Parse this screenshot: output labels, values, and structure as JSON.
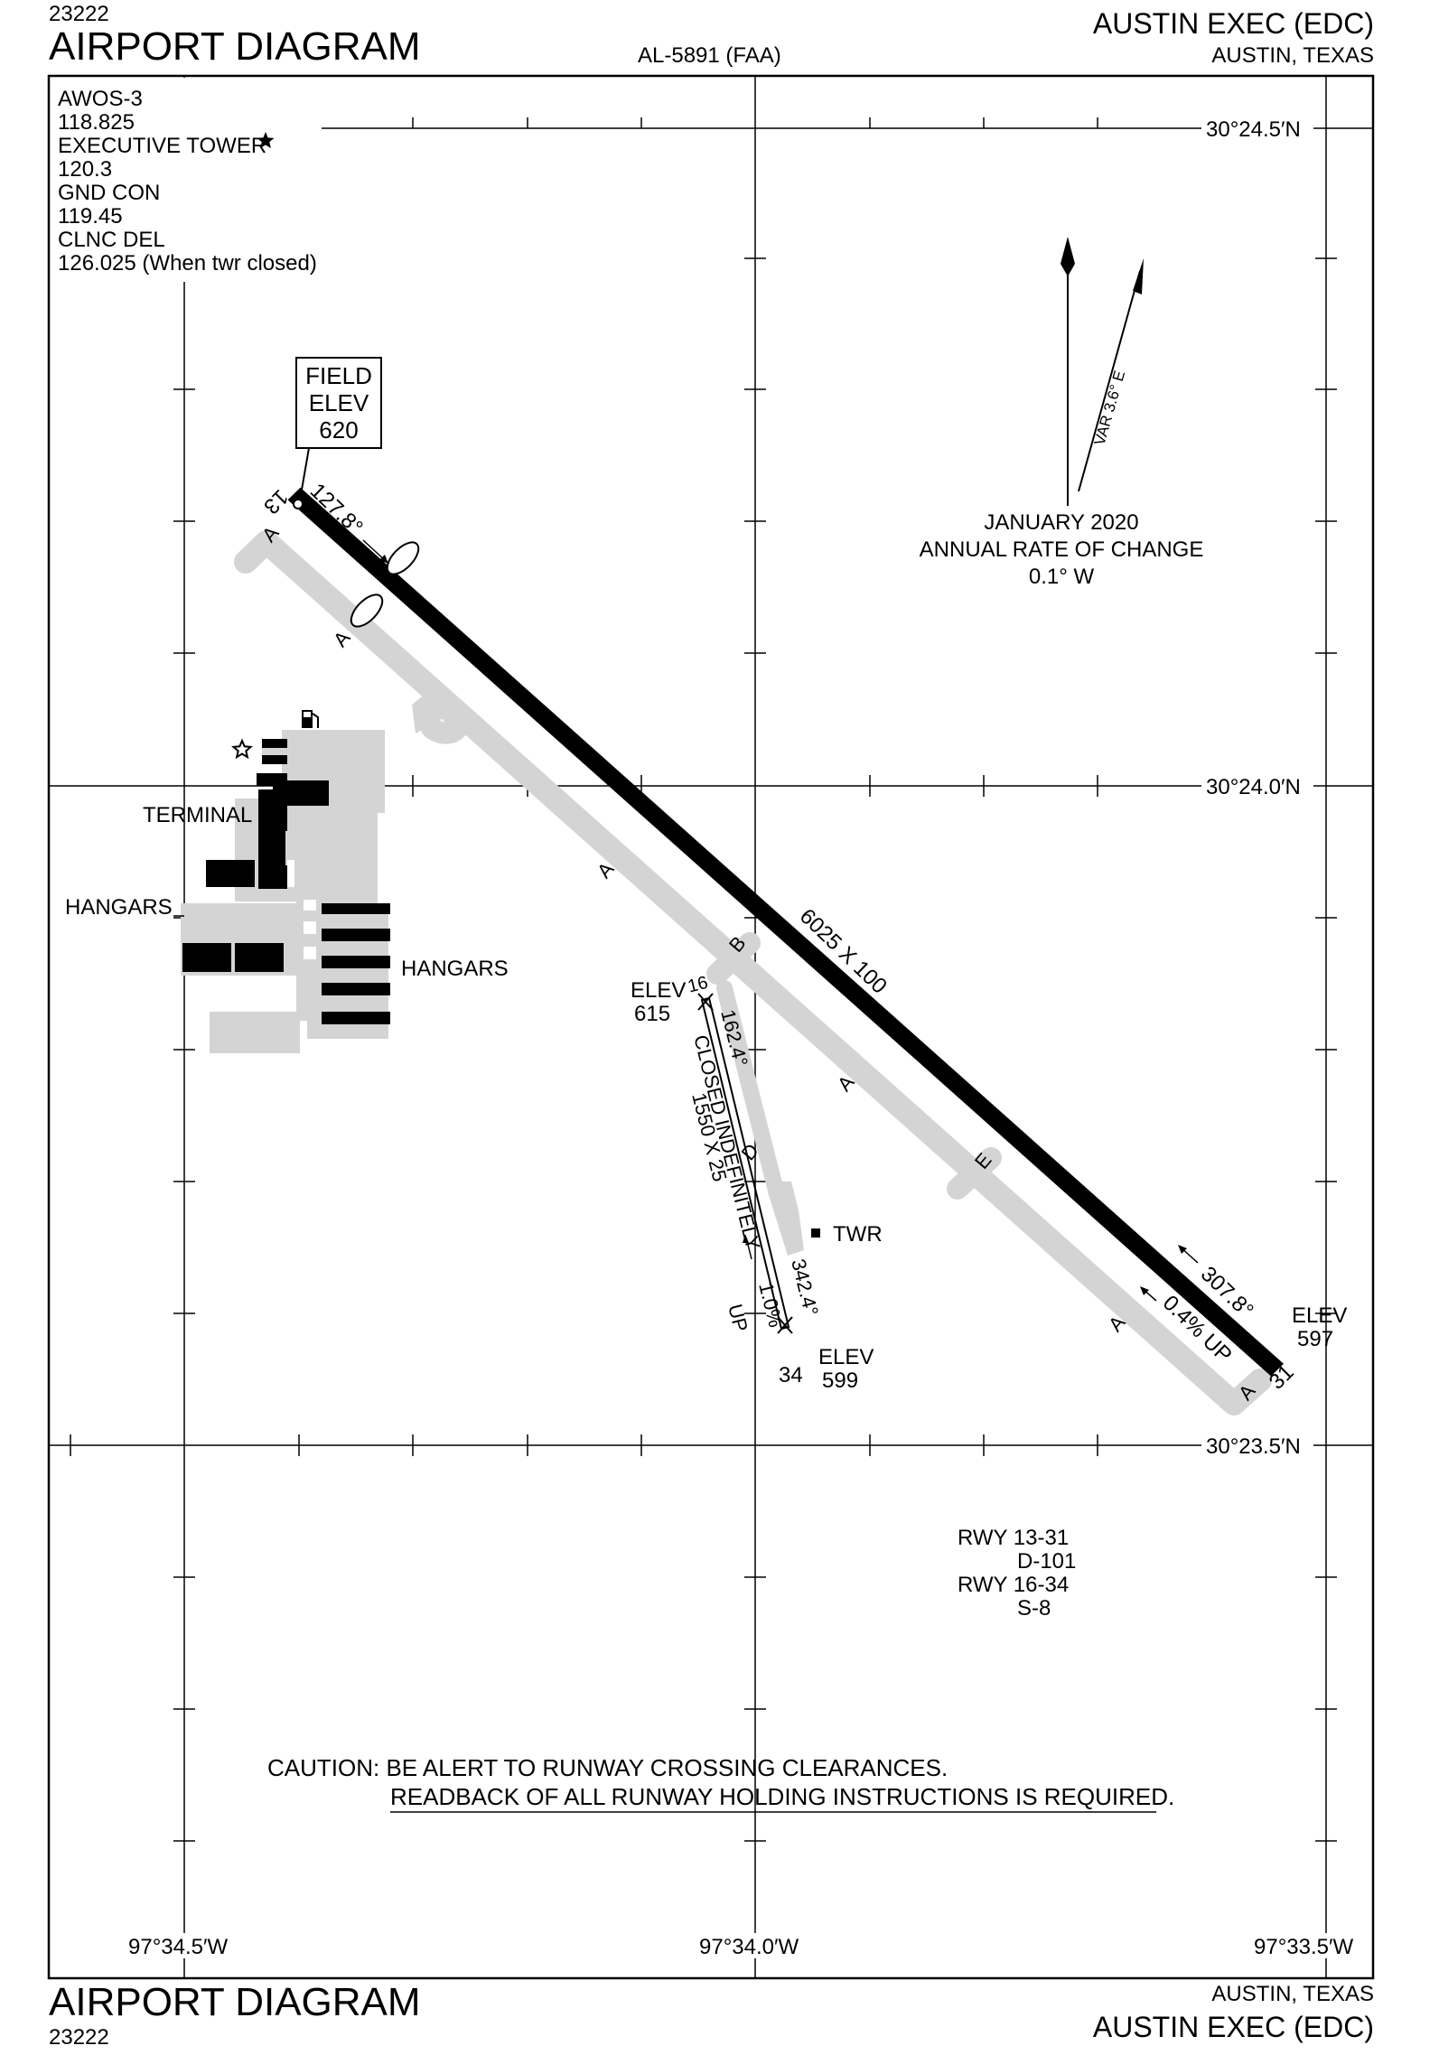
{
  "header": {
    "procedure_number": "23222",
    "title": "AIRPORT DIAGRAM",
    "chart_code": "AL-5891 (FAA)",
    "airport_name": "AUSTIN EXEC (EDC)",
    "city_state": "AUSTIN, TEXAS"
  },
  "footer": {
    "title": "AIRPORT DIAGRAM",
    "procedure_number": "23222",
    "city_state": "AUSTIN, TEXAS",
    "airport_name": "AUSTIN EXEC (EDC)"
  },
  "frequencies": [
    "AWOS-3",
    "118.825",
    "EXECUTIVE TOWER",
    "120.3",
    "GND CON",
    "119.45",
    "CLNC DEL",
    "126.025 (When twr closed)"
  ],
  "field_elevation": {
    "line1": "FIELD",
    "line2": "ELEV",
    "value": "620"
  },
  "magnetic_variation": {
    "var_label": "VAR 3.6° E",
    "date": "JANUARY 2020",
    "rate_label": "ANNUAL RATE OF CHANGE",
    "rate_value": "0.1° W"
  },
  "latitudes": [
    "30°24.5′N",
    "30°24.0′N",
    "30°23.5′N"
  ],
  "longitudes": [
    "97°34.5′W",
    "97°34.0′W",
    "97°33.5′W"
  ],
  "runway_13_31": {
    "end_13": "13",
    "end_31": "31",
    "heading_13": "127.8°",
    "heading_31": "307.8°",
    "dimensions": "6025 X 100",
    "gradient": "0.4% UP",
    "elev_31_label": "ELEV",
    "elev_31_value": "597"
  },
  "runway_16_34": {
    "end_16": "16",
    "end_34": "34",
    "heading_16": "162.4°",
    "heading_34": "342.4°",
    "status": "CLOSED INDEFINITELY",
    "dimensions": "1550 X 25",
    "gradient_value": "1.0%",
    "gradient_dir": "UP",
    "elev_16_label": "ELEV",
    "elev_16_value": "615",
    "elev_34_label": "ELEV",
    "elev_34_value": "599"
  },
  "taxiways": {
    "a": "A",
    "b": "B",
    "d": "D",
    "e": "E"
  },
  "facilities": {
    "terminal": "TERMINAL",
    "hangars_west": "HANGARS",
    "hangars_east": "HANGARS",
    "tower": "TWR"
  },
  "bearing_strength": [
    "RWY 13-31",
    "D-101",
    "RWY 16-34",
    "S-8"
  ],
  "caution": {
    "line1": "CAUTION: BE ALERT TO RUNWAY CROSSING CLEARANCES.",
    "line2": "READBACK OF ALL RUNWAY HOLDING INSTRUCTIONS IS REQUIRED."
  }
}
